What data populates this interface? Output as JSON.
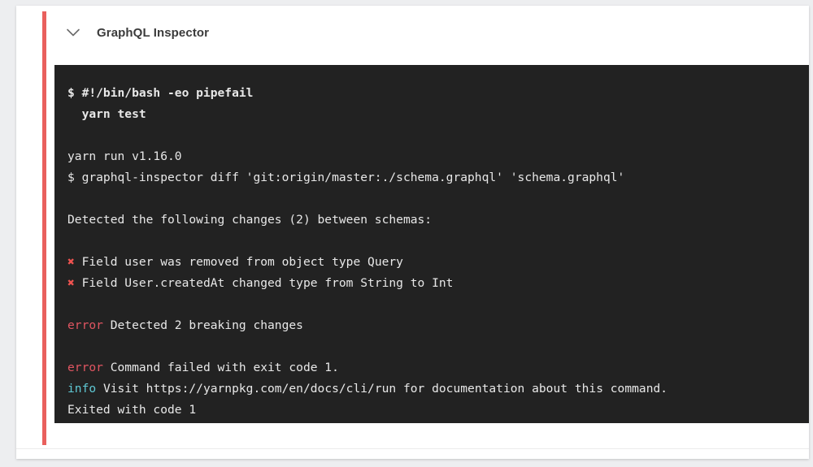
{
  "window": {
    "background_color": "#edeef0"
  },
  "card": {
    "background_color": "#ffffff",
    "status_bar": {
      "name": "build-status-bar",
      "color": "#e9605d",
      "state": "failed"
    },
    "header": {
      "toggle_icon": "chevron-down-icon",
      "title": "GraphQL Inspector"
    }
  },
  "terminal": {
    "background_color": "#222222",
    "text_color": "#e8e8e8",
    "error_color": "#e05561",
    "info_color": "#5fc8d4",
    "x_mark_color": "#ef5350",
    "x_mark_glyph": "✖",
    "lines": [
      {
        "type": "command",
        "bold": true,
        "text": "$ #!/bin/bash -eo pipefail"
      },
      {
        "type": "command",
        "bold": true,
        "text": "  yarn test"
      },
      {
        "type": "blank",
        "text": ""
      },
      {
        "type": "output",
        "text": "yarn run v1.16.0"
      },
      {
        "type": "output",
        "text": "$ graphql-inspector diff 'git:origin/master:./schema.graphql' 'schema.graphql'"
      },
      {
        "type": "blank",
        "text": ""
      },
      {
        "type": "output",
        "text": "Detected the following changes (2) between schemas:"
      },
      {
        "type": "blank",
        "text": ""
      },
      {
        "type": "change",
        "marker": "✖",
        "text": " Field user was removed from object type Query"
      },
      {
        "type": "change",
        "marker": "✖",
        "text": " Field User.createdAt changed type from String to Int"
      },
      {
        "type": "blank",
        "text": ""
      },
      {
        "type": "error",
        "label": "error",
        "text": " Detected 2 breaking changes"
      },
      {
        "type": "blank",
        "text": ""
      },
      {
        "type": "error",
        "label": "error",
        "text": " Command failed with exit code 1."
      },
      {
        "type": "info",
        "label": "info",
        "text": " Visit https://yarnpkg.com/en/docs/cli/run for documentation about this command."
      },
      {
        "type": "output",
        "text": "Exited with code 1"
      }
    ]
  }
}
